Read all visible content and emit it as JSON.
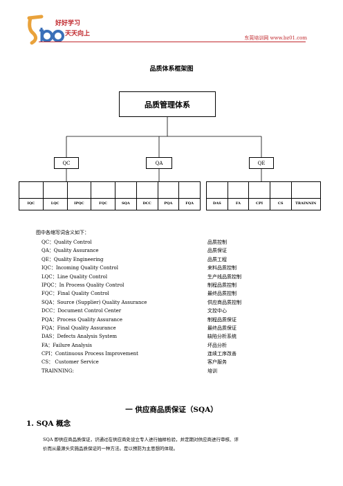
{
  "header": {
    "logo_text_top": "好好学习",
    "logo_text_bottom": "天天向上",
    "logo_brand": "5top",
    "site": "东莞培训网  www.bz01.com"
  },
  "title": "品质体系框架图",
  "chart": {
    "root": "品质管理体系",
    "groups": [
      {
        "label": "QC",
        "children": [
          "IQC",
          "LQC",
          "IPQC",
          "FQC"
        ]
      },
      {
        "label": "QA",
        "children": [
          "SQA",
          "DCC",
          "PQA",
          "FQA"
        ]
      },
      {
        "label": "QE",
        "children": [
          "DAS",
          "FA",
          "CPI",
          "CS",
          "TRAINNIN"
        ]
      }
    ]
  },
  "legend_intro": "图中各缩写词含义如下：",
  "legend": [
    {
      "en": "QC：Quality Control",
      "zh": "品质控制"
    },
    {
      "en": "QA：Quality Assurance",
      "zh": "品质保证"
    },
    {
      "en": "QE：Quality Engineering",
      "zh": "品质工程"
    },
    {
      "en": "IQC：Incoming    Quality Control",
      "zh": "来料品质控制"
    },
    {
      "en": "LQC：Line Quality Control",
      "zh": "生产线品质控制"
    },
    {
      "en": "IPQC：In Process Quality Control",
      "zh": "制程品质控制"
    },
    {
      "en": "FQC：Final Quality Control",
      "zh": "最终品质控制"
    },
    {
      "en": "SQA：Source (Supplier) Quality Assurance",
      "zh": "供应商品质控制"
    },
    {
      "en": "DCC：Document Control Center",
      "zh": "文控中心"
    },
    {
      "en": "PQA：Process Quality Assurance",
      "zh": "制程品质保证"
    },
    {
      "en": "FQA：Final Quality Assurance",
      "zh": "最终品质保证"
    },
    {
      "en": "DAS：Defects Analysis System",
      "zh": "缺陷分析系统"
    },
    {
      "en": "FA：Failure Analysis",
      "zh": "坏品分析"
    },
    {
      "en": "CPI：Continuous Process Improvement",
      "zh": "连续工序改善"
    },
    {
      "en": "CS：  Customer Service",
      "zh": "客户服务"
    },
    {
      "en": "TRAINNING:",
      "zh": "培训"
    }
  ],
  "section_title": "一  供应商品质保证（SQA）",
  "subsection_title": "1. SQA 概念",
  "paragraph_line1": "SQA 即供应商品质保证，识通过在供应商处设立专人进行抽样检验，并定期对供应商进行审核、评",
  "paragraph_line2": "价而从最源头实施品质保证的一种方法。是以预防为主思想的体现。"
}
